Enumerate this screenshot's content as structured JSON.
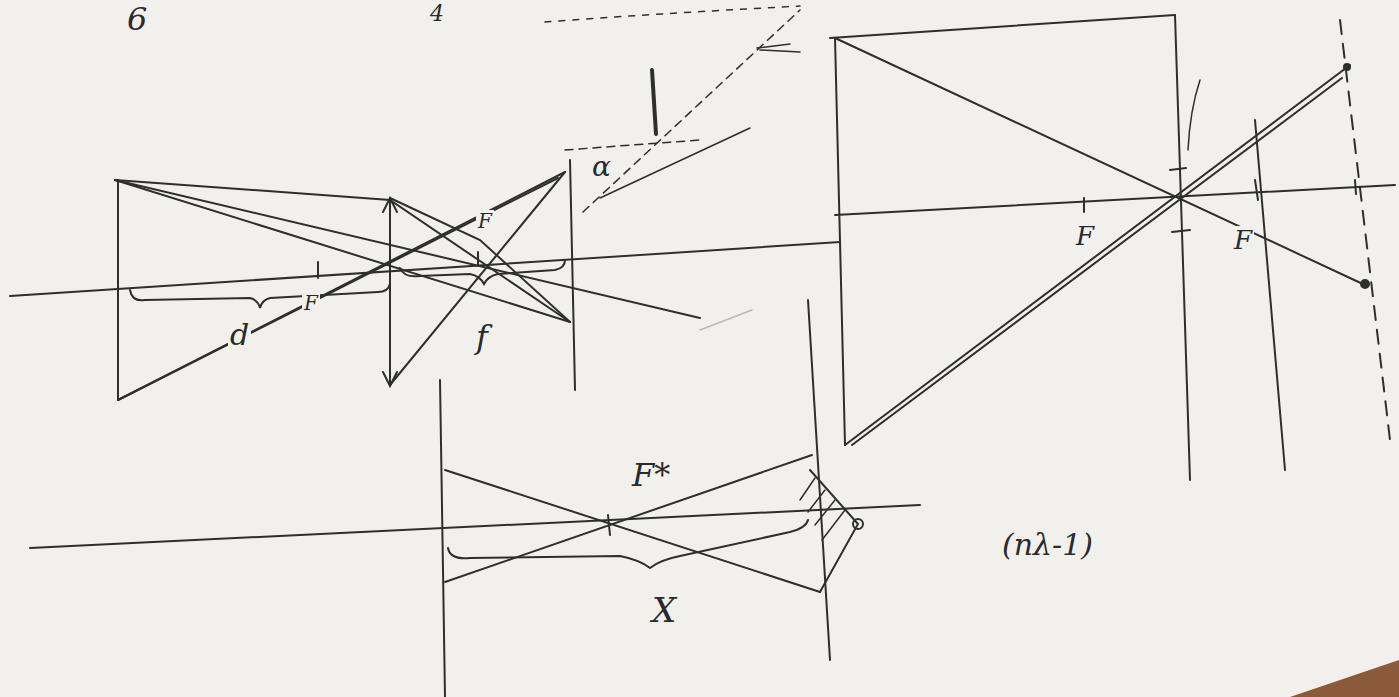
{
  "diagram": {
    "labels": [
      "6",
      "4",
      "d",
      "F",
      "f",
      "F",
      "α",
      "F",
      "F",
      "F*",
      "X",
      "(nλ-1)"
    ]
  }
}
